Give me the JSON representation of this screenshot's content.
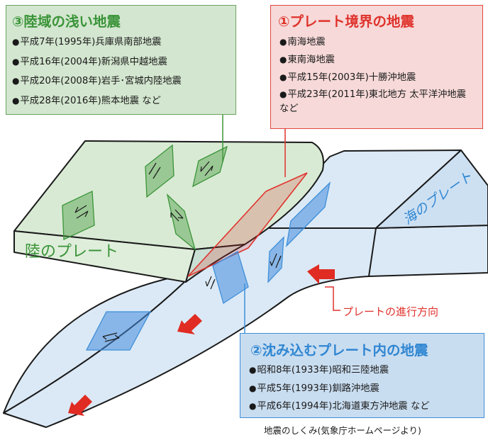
{
  "boxes": {
    "land_shallow": {
      "title": "③陸域の浅い地震",
      "items": [
        "平成7年(1995年)兵庫県南部地震",
        "平成16年(2004年)新潟県中越地震",
        "平成20年(2008年)岩手･宮城内陸地震",
        "平成28年(2016年)熊本地震 など"
      ]
    },
    "plate_boundary": {
      "title": "①プレート境界の地震",
      "items": [
        "南海地震",
        "東南海地震",
        "平成15年(2003年)十勝沖地震",
        "平成23年(2011年)東北地方 太平洋沖地震 など"
      ]
    },
    "in_slab": {
      "title": "②沈み込むプレート内の地震",
      "items": [
        "昭和8年(1933年)昭和三陸地震",
        "平成5年(1993年)釧路沖地震",
        "平成6年(1994年)北海道東方沖地震 など"
      ]
    }
  },
  "bullet": "●",
  "labels": {
    "land_plate": "陸のプレート",
    "sea_plate": "海のプレート",
    "plate_direction": "プレートの進行方向"
  },
  "caption": "地震のしくみ(気象庁ホームページより)",
  "colors": {
    "green": "#3a9438",
    "red": "#e0322c",
    "blue": "#2f86d2",
    "land_fill": "#d8ead4",
    "sea_fill": "#dbe9f6"
  }
}
